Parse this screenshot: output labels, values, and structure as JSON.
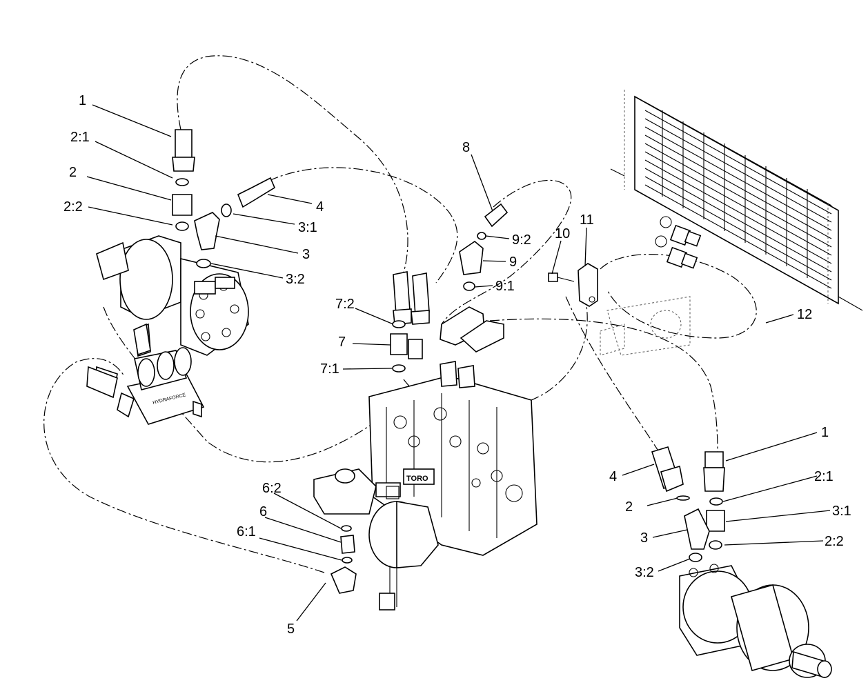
{
  "callouts": [
    {
      "id": "c-1-top",
      "text": "1"
    },
    {
      "id": "c-2-1-top",
      "text": "2:1"
    },
    {
      "id": "c-2-top",
      "text": "2"
    },
    {
      "id": "c-2-2-top",
      "text": "2:2"
    },
    {
      "id": "c-4-top",
      "text": "4"
    },
    {
      "id": "c-3-1-top",
      "text": "3:1"
    },
    {
      "id": "c-3-top",
      "text": "3"
    },
    {
      "id": "c-3-2-top",
      "text": "3:2"
    },
    {
      "id": "c-8",
      "text": "8"
    },
    {
      "id": "c-9-2",
      "text": "9:2"
    },
    {
      "id": "c-9",
      "text": "9"
    },
    {
      "id": "c-9-1",
      "text": "9:1"
    },
    {
      "id": "c-10",
      "text": "10"
    },
    {
      "id": "c-11",
      "text": "11"
    },
    {
      "id": "c-12",
      "text": "12"
    },
    {
      "id": "c-7-2",
      "text": "7:2"
    },
    {
      "id": "c-7",
      "text": "7"
    },
    {
      "id": "c-7-1",
      "text": "7:1"
    },
    {
      "id": "c-6-2",
      "text": "6:2"
    },
    {
      "id": "c-6",
      "text": "6"
    },
    {
      "id": "c-6-1",
      "text": "6:1"
    },
    {
      "id": "c-5",
      "text": "5"
    },
    {
      "id": "c-1-right",
      "text": "1"
    },
    {
      "id": "c-4-right",
      "text": "4"
    },
    {
      "id": "c-2-1-right",
      "text": "2:1"
    },
    {
      "id": "c-2-right",
      "text": "2"
    },
    {
      "id": "c-3-1-right",
      "text": "3:1"
    },
    {
      "id": "c-3-right",
      "text": "3"
    },
    {
      "id": "c-2-2-right",
      "text": "2:2"
    },
    {
      "id": "c-3-2-right",
      "text": "3:2"
    }
  ],
  "block_labels": {
    "valve_brand": "TORO",
    "manifold_brand": "HYDRAFORCE"
  }
}
